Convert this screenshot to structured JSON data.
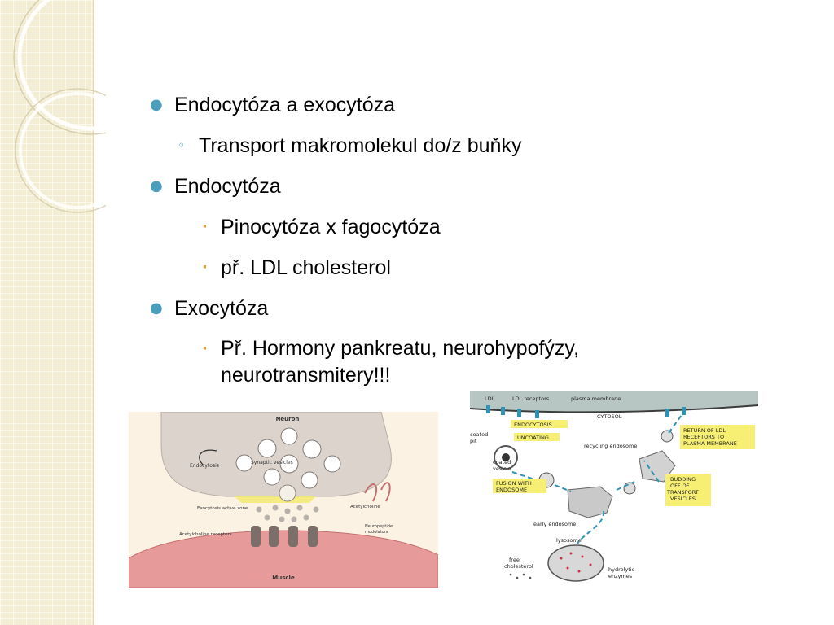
{
  "bullets": [
    {
      "level": 1,
      "text": "Endocytóza a exocytóza"
    },
    {
      "level": 2,
      "text": "Transport makromolekul do/z buňky"
    },
    {
      "level": 1,
      "text": "Endocytóza"
    },
    {
      "level": 3,
      "text": "Pinocytóza x fagocytóza"
    },
    {
      "level": 3,
      "text": "př. LDL cholesterol"
    },
    {
      "level": 1,
      "text": "Exocytóza"
    },
    {
      "level": 3,
      "text": "Př. Hormony pankreatu, neurohypofýzy, neurotransmitery!!!"
    }
  ],
  "synapse_figure": {
    "neuron": "Neuron",
    "endocytosis": "Endocytosis",
    "synaptic_vesicles": "Synaptic vesicles",
    "active_zone": "Exocytosis active zone",
    "acetylcholine": "Acetylcholine",
    "receptors": "Acetylcholine receptors",
    "neuropeptide_1": "Neuropeptide",
    "neuropeptide_2": "modulators",
    "muscle": "Muscle"
  },
  "ldl_figure": {
    "ldl": "LDL",
    "ldl_receptors": "LDL receptors",
    "plasma_membrane": "plasma membrane",
    "endocytosis": "ENDOCYTOSIS",
    "cytosol": "CYTOSOL",
    "coated_pit_1": "coated",
    "coated_pit_2": "pit",
    "uncoating": "UNCOATING",
    "coated_vesicle_1": "coated",
    "coated_vesicle_2": "vesicle",
    "recycling_endosome": "recycling endosome",
    "return_1": "RETURN OF LDL",
    "return_2": "RECEPTORS TO",
    "return_3": "PLASMA MEMBRANE",
    "fusion_1": "FUSION WITH",
    "fusion_2": "ENDOSOME",
    "budding_1": "BUDDING",
    "budding_2": "OFF OF",
    "budding_3": "TRANSPORT",
    "budding_4": "VESICLES",
    "early_endosome": "early endosome",
    "lysosome": "lysosome",
    "free_cholesterol_1": "free",
    "free_cholesterol_2": "cholesterol",
    "hydrolytic_1": "hydrolytic",
    "hydrolytic_2": "enzymes"
  }
}
